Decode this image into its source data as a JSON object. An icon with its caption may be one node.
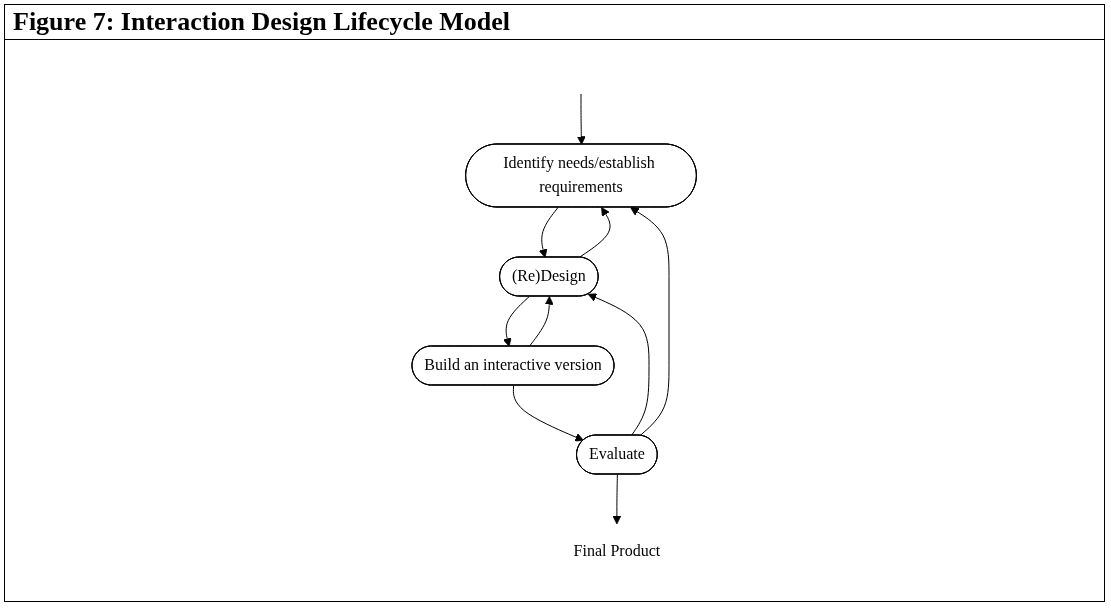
{
  "diagram": {
    "title": "Figure 7: Interaction Design Lifecycle Model",
    "nodes": [
      {
        "text": [
          "Identify needs/establish requirements"
        ]
      },
      {
        "text": [
          "(Re)Design"
        ]
      },
      {
        "text": [
          "Evaluate"
        ]
      },
      {
        "text": [
          "Build an interactive version"
        ]
      },
      {
        "text": [
          "Final Product"
        ]
      }
    ],
    "edges": [
      {
        "from": null,
        "to": 0,
        "arrow": "to"
      },
      {
        "from": 0,
        "to": 1,
        "arrow": "to"
      },
      {
        "from": 1,
        "to": 0,
        "arrow": "to"
      },
      {
        "from": 2,
        "to": 0,
        "arrow": "to"
      },
      {
        "from": 2,
        "to": 1,
        "arrow": "to"
      },
      {
        "from": 1,
        "to": 3,
        "arrow": "to"
      },
      {
        "from": 3,
        "to": 1,
        "arrow": "to"
      },
      {
        "from": 3,
        "to": 2,
        "arrow": "to"
      },
      {
        "from": 2,
        "to": 4,
        "arrow": "to"
      }
    ]
  }
}
